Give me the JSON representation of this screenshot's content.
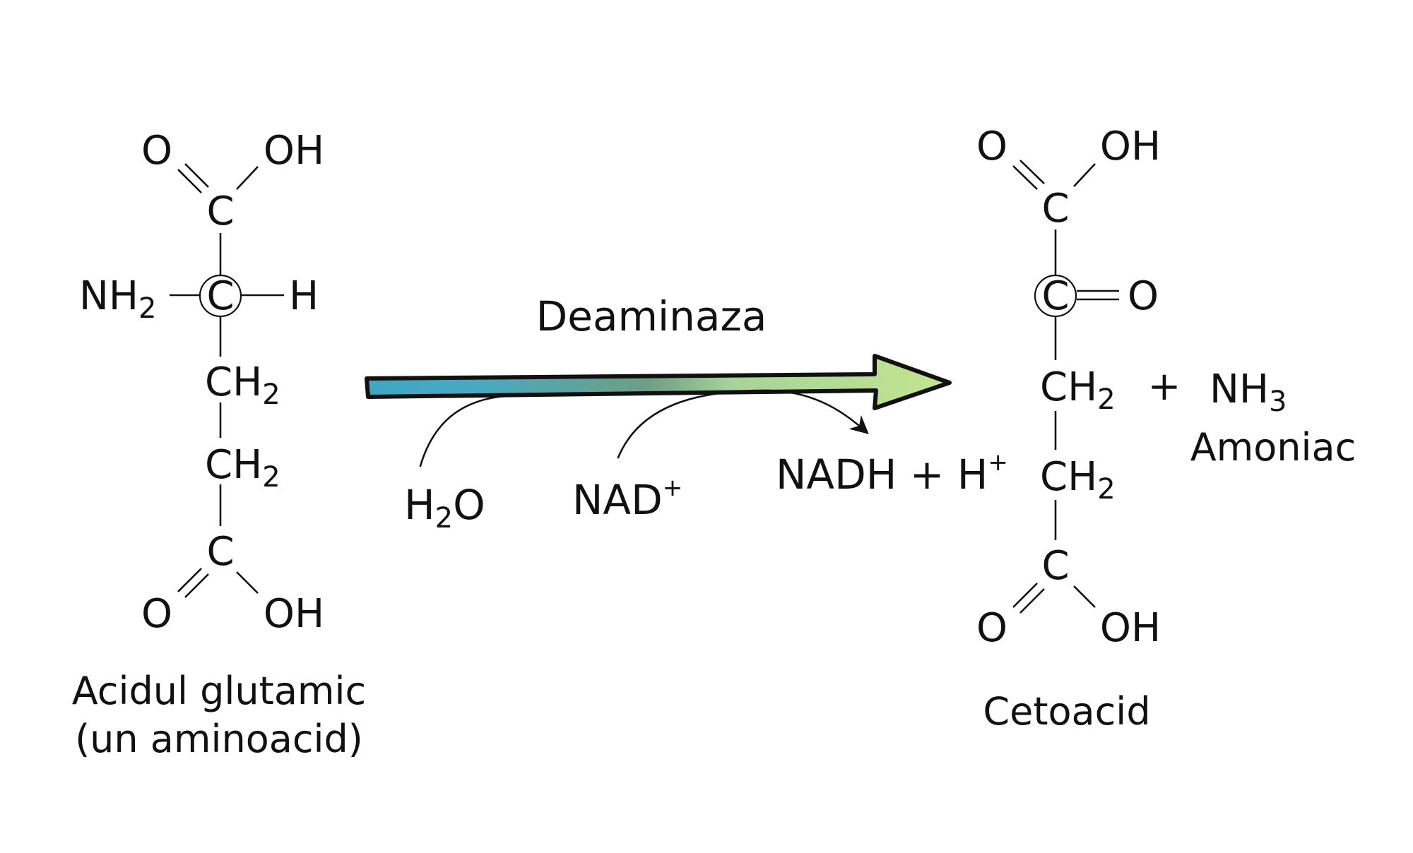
{
  "reactant": {
    "caption_line1": "Acidul glutamic",
    "caption_line2": "(un aminoacid)",
    "atoms": {
      "o_top": "O",
      "oh_top": "OH",
      "c1": "C",
      "nh2_main": "NH",
      "nh2_sub": "2",
      "c_alpha": "C",
      "h": "H",
      "ch2a_main": "CH",
      "ch2a_sub": "2",
      "ch2b_main": "CH",
      "ch2b_sub": "2",
      "c5": "C",
      "o_bottom": "O",
      "oh_bottom": "OH"
    }
  },
  "reaction": {
    "enzyme": "Deaminaza",
    "water_main": "H",
    "water_sub": "2",
    "water_end": "O",
    "nad_main": "NAD",
    "nad_sup": "+",
    "nadh_main": "NADH + H",
    "nadh_sup": "+",
    "arrow_colors": [
      "#3fa6c4",
      "#6f9e83",
      "#c5e58e"
    ]
  },
  "product": {
    "caption": "Cetoacid",
    "atoms": {
      "o_top": "O",
      "oh_top": "OH",
      "c1": "C",
      "c_alpha": "C",
      "o_keto": "O",
      "ch2a_main": "CH",
      "ch2a_sub": "2",
      "ch2b_main": "CH",
      "ch2b_sub": "2",
      "c5": "C",
      "o_bottom": "O",
      "oh_bottom": "OH"
    }
  },
  "byproduct": {
    "plus": "+",
    "nh3_main": "NH",
    "nh3_sub": "3",
    "name": "Amoniac"
  }
}
